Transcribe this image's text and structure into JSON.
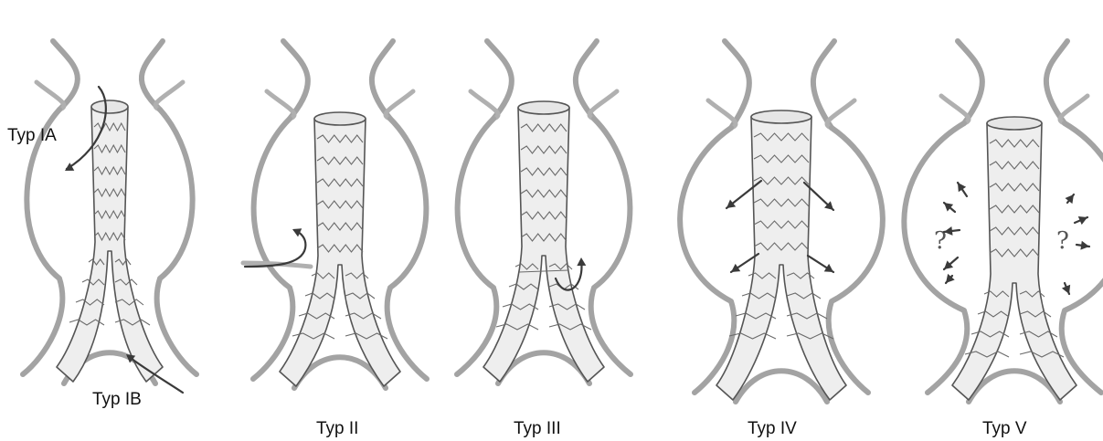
{
  "panels": [
    {
      "id": "typ-ia-ib",
      "labels": [
        {
          "text": "Typ IA"
        },
        {
          "text": "Typ IB"
        }
      ]
    },
    {
      "id": "typ-ii",
      "labels": [
        {
          "text": "Typ II"
        }
      ]
    },
    {
      "id": "typ-iii",
      "labels": [
        {
          "text": "Typ III"
        }
      ]
    },
    {
      "id": "typ-iv",
      "labels": [
        {
          "text": "Typ IV"
        }
      ]
    },
    {
      "id": "typ-v",
      "labels": [
        {
          "text": "Typ V"
        }
      ]
    }
  ],
  "colors": {
    "vessel": "#a3a3a3",
    "graft_outline": "#555555",
    "graft_fill": "#eeeeee",
    "arrow": "#3a3a3a"
  },
  "question_mark": "?"
}
